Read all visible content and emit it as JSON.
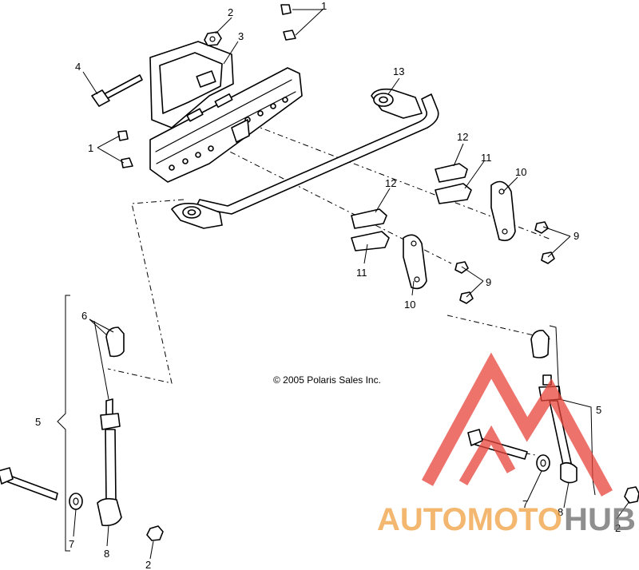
{
  "copyright": "© 2005 Polaris Sales Inc.",
  "callouts": {
    "c1a": "1",
    "c1b": "1",
    "c2a": "2",
    "c2b": "2",
    "c2c": "2",
    "c3": "3",
    "c4": "4",
    "c5a": "5",
    "c5b": "5",
    "c6": "6",
    "c7a": "7",
    "c7b": "7",
    "c8a": "8",
    "c8b": "8",
    "c9a": "9",
    "c9b": "9",
    "c10a": "10",
    "c10b": "10",
    "c11a": "11",
    "c11b": "11",
    "c12a": "12",
    "c12b": "12",
    "c13": "13"
  },
  "watermark": {
    "part1": "AUTOMOTO",
    "part2": "HUB"
  },
  "colors": {
    "line": "#000000",
    "watermark_red": "#e8443a",
    "watermark_orange": "#f0a040",
    "watermark_gray": "#6a6a6a"
  }
}
